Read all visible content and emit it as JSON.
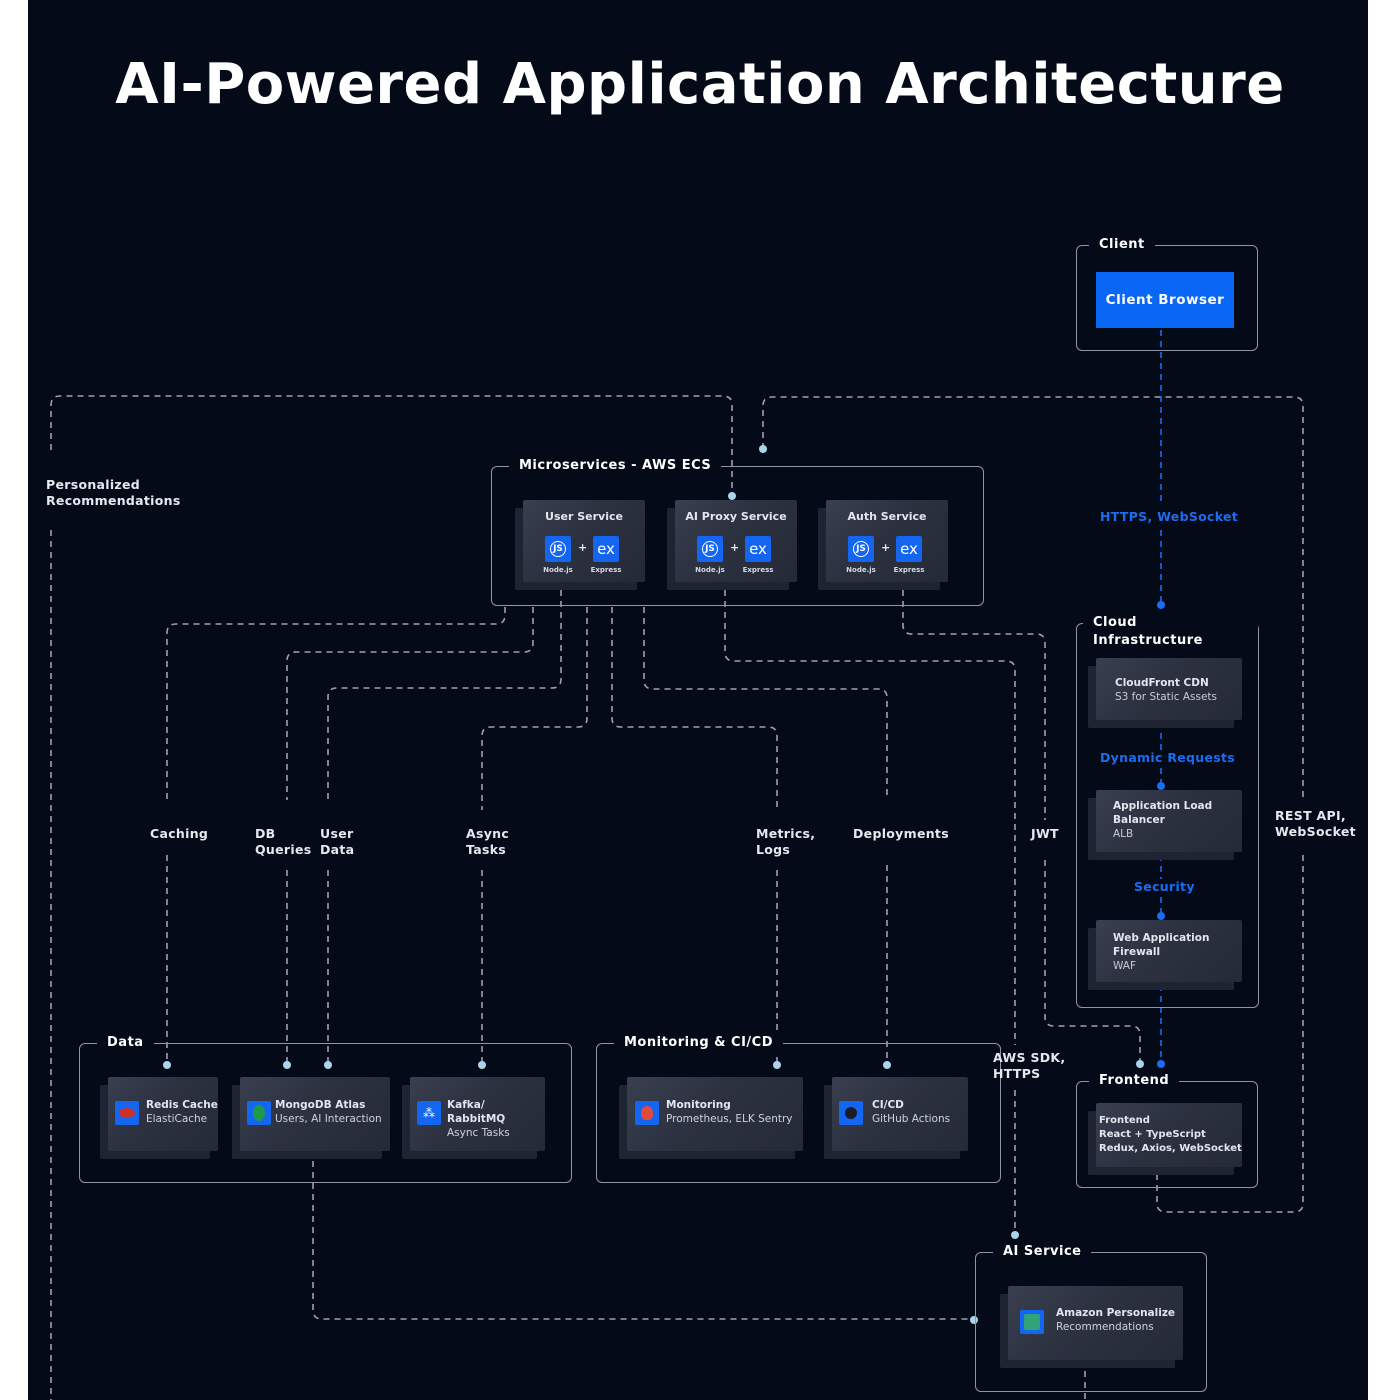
{
  "title": "AI-Powered Application Architecture",
  "colors": {
    "background": "#040a18",
    "accent_blue": "#0a66f4",
    "connector": "#9aa3b2",
    "dot_light": "#a9d4ea",
    "dot_blue": "#1a6cf0"
  },
  "groups": {
    "client": {
      "label": "Client",
      "button": "Client Browser"
    },
    "microservices": {
      "label": "Microservices - AWS ECS",
      "services": [
        {
          "title": "User Service",
          "tech": [
            {
              "icon": "nodejs-icon",
              "label": "Node.js"
            },
            {
              "icon": "express-icon",
              "label": "Express"
            }
          ]
        },
        {
          "title": "AI Proxy Service",
          "tech": [
            {
              "icon": "nodejs-icon",
              "label": "Node.js"
            },
            {
              "icon": "express-icon",
              "label": "Express"
            }
          ]
        },
        {
          "title": "Auth Service",
          "tech": [
            {
              "icon": "nodejs-icon",
              "label": "Node.js"
            },
            {
              "icon": "express-icon",
              "label": "Express"
            }
          ]
        }
      ],
      "plus": "+",
      "express_glyph": "ex",
      "node_glyph": "JS"
    },
    "cloud": {
      "label": "Cloud Infrastructure",
      "items": [
        {
          "title": "CloudFront CDN",
          "subtitle": "S3 for Static Assets"
        },
        {
          "title": "Application Load Balancer",
          "subtitle": "ALB"
        },
        {
          "title": "Web Application Firewall",
          "subtitle": "WAF"
        }
      ],
      "links": [
        "Dynamic Requests",
        "Security"
      ]
    },
    "data": {
      "label": "Data",
      "items": [
        {
          "icon": "redis-icon",
          "title": "Redis Cache",
          "subtitle": "ElastiCache"
        },
        {
          "icon": "mongodb-icon",
          "title": "MongoDB Atlas",
          "subtitle": "Users, AI Interaction"
        },
        {
          "icon": "kafka-icon",
          "title": "Kafka/ RabbitMQ",
          "subtitle": "Async Tasks"
        }
      ]
    },
    "monitoring": {
      "label": "Monitoring & CI/CD",
      "items": [
        {
          "icon": "prometheus-icon",
          "title": "Monitoring",
          "subtitle": "Prometheus, ELK Sentry"
        },
        {
          "icon": "github-icon",
          "title": "CI/CD",
          "subtitle": "GitHub Actions"
        }
      ]
    },
    "frontend": {
      "label": "Frontend",
      "lines": [
        "Frontend",
        "React + TypeScript",
        "Redux, Axios, WebSocket"
      ]
    },
    "ai": {
      "label": "AI Service",
      "item": {
        "icon": "openai-icon",
        "title": "Amazon Personalize",
        "subtitle": "Recommendations"
      }
    }
  },
  "edge_labels": {
    "https_websocket": "HTTPS, WebSocket",
    "personalized": [
      "Personalized",
      "Recommendations"
    ],
    "caching": "Caching",
    "db_queries": [
      "DB",
      "Queries"
    ],
    "user_data": [
      "User",
      "Data"
    ],
    "async_tasks": [
      "Async",
      "Tasks"
    ],
    "metrics_logs": [
      "Metrics,",
      "Logs"
    ],
    "deployments": "Deployments",
    "jwt": "JWT",
    "rest_api": [
      "REST API,",
      "WebSocket"
    ],
    "aws_sdk": [
      "AWS SDK,",
      "HTTPS"
    ]
  }
}
